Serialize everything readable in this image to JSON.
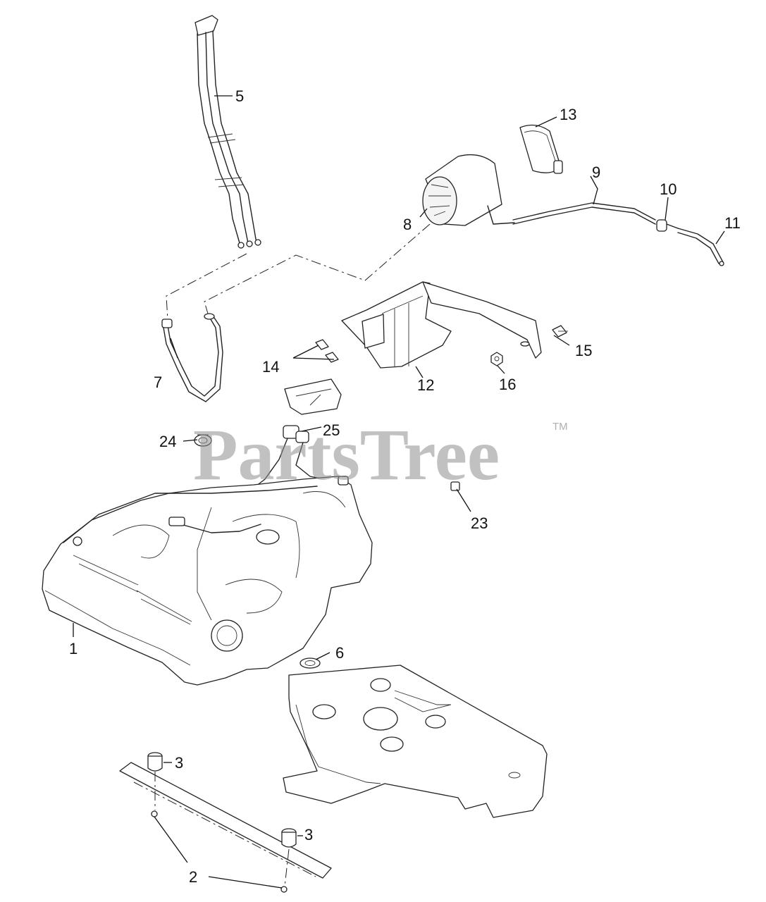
{
  "watermark": {
    "text": "PartsTree",
    "trademark": "TM"
  },
  "callouts": {
    "c1": "1",
    "c2": "2",
    "c3a": "3",
    "c3b": "3",
    "c5": "5",
    "c6": "6",
    "c7": "7",
    "c8": "8",
    "c9": "9",
    "c10": "10",
    "c11": "11",
    "c12": "12",
    "c13": "13",
    "c14": "14",
    "c15": "15",
    "c16": "16",
    "c23": "23",
    "c24": "24",
    "c25": "25"
  }
}
